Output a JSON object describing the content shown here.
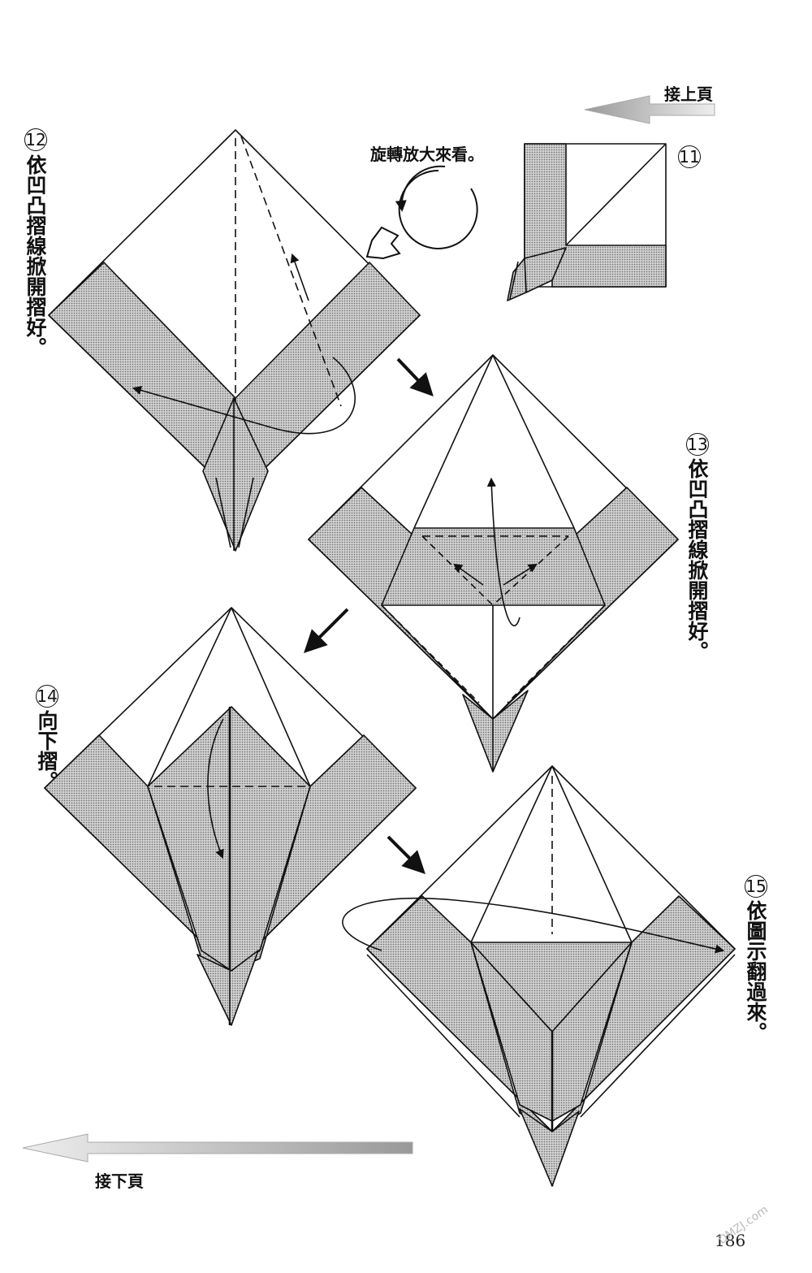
{
  "nav": {
    "prev_page": "接上頁",
    "next_page": "接下頁"
  },
  "rotate_note": "旋轉放大來看。",
  "steps": {
    "s11": {
      "num": "11"
    },
    "s12": {
      "num": "12",
      "text": "依凹凸摺線掀開摺好。"
    },
    "s13": {
      "num": "13",
      "text": "依凹凸摺線掀開摺好。"
    },
    "s14": {
      "num": "14",
      "text": "向下摺。"
    },
    "s15": {
      "num": "15",
      "text": "依圖示翻過來。"
    }
  },
  "page_number": "186",
  "watermark": "DMZJ.com",
  "colors": {
    "ink": "#111111",
    "shade": "#b4b4b4",
    "paper": "#ffffff"
  }
}
